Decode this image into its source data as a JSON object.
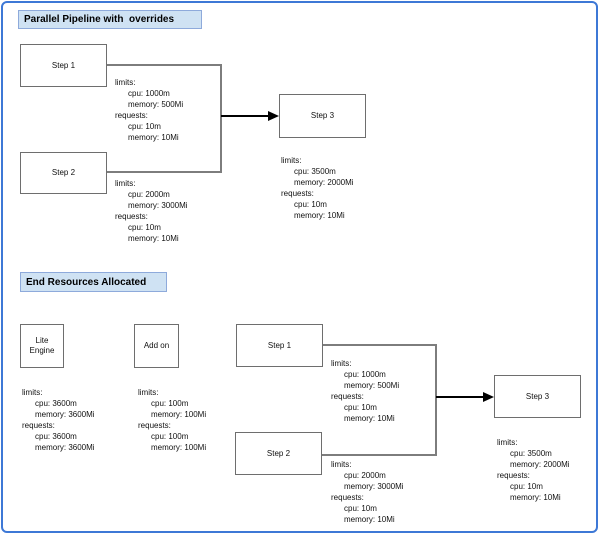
{
  "diagram": {
    "colors": {
      "frame_border": "#3d78d6",
      "title_fill": "#cfe2f3",
      "title_border": "#8eaadb",
      "node_border": "#6e6e6e",
      "connector": "#7d7d7d",
      "arrow": "#000000"
    },
    "sections": [
      {
        "title": "Parallel Pipeline with  overrides",
        "nodes": [
          {
            "label": "Step 1",
            "resources": [
              "limits:",
              "cpu: 1000m",
              "memory: 500Mi",
              "requests:",
              "cpu: 10m",
              "memory: 10Mi"
            ]
          },
          {
            "label": "Step 2",
            "resources": [
              "limits:",
              "cpu: 2000m",
              "memory: 3000Mi",
              "requests:",
              "cpu: 10m",
              "memory: 10Mi"
            ]
          },
          {
            "label": "Step 3",
            "resources": [
              "limits:",
              "cpu: 3500m",
              "memory: 2000Mi",
              "requests:",
              "cpu: 10m",
              "memory: 10Mi"
            ]
          }
        ]
      },
      {
        "title": "End Resources Allocated",
        "nodes": [
          {
            "label": "Lite Engine",
            "resources": [
              "limits:",
              "cpu: 3600m",
              "memory: 3600Mi",
              "requests:",
              "cpu: 3600m",
              "memory: 3600Mi"
            ]
          },
          {
            "label": "Add on",
            "resources": [
              "limits:",
              "cpu: 100m",
              "memory: 100Mi",
              "requests:",
              "cpu: 100m",
              "memory: 100Mi"
            ]
          },
          {
            "label": "Step 1",
            "resources": [
              "limits:",
              "cpu: 1000m",
              "memory: 500Mi",
              "requests:",
              "cpu: 10m",
              "memory: 10Mi"
            ]
          },
          {
            "label": "Step 2",
            "resources": [
              "limits:",
              "cpu: 2000m",
              "memory: 3000Mi",
              "requests:",
              "cpu: 10m",
              "memory: 10Mi"
            ]
          },
          {
            "label": "Step 3",
            "resources": [
              "limits:",
              "cpu: 3500m",
              "memory: 2000Mi",
              "requests:",
              "cpu: 10m",
              "memory: 10Mi"
            ]
          }
        ]
      }
    ]
  }
}
